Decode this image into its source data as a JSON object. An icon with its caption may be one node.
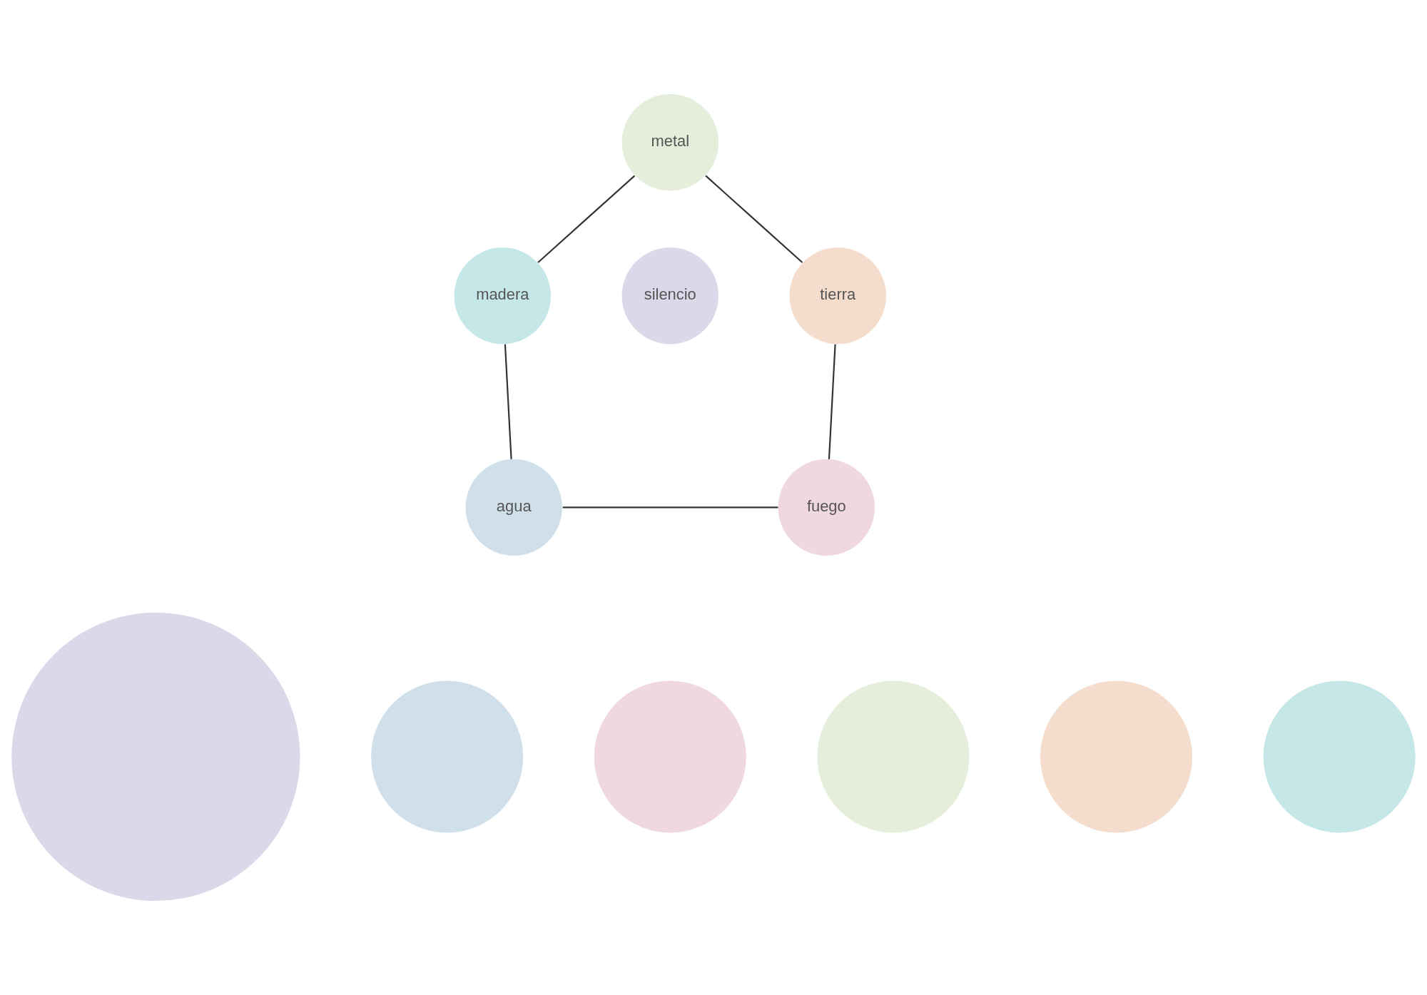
{
  "diagram": {
    "nodes": [
      {
        "text": [
          "metal"
        ]
      },
      {
        "text": [
          "madera"
        ]
      },
      {
        "text": [
          "tierra"
        ]
      },
      {
        "text": [
          "silencio"
        ]
      },
      {
        "text": [
          "agua"
        ]
      },
      {
        "text": [
          "fuego"
        ]
      },
      {
        "text": [],
        "shape": "circle"
      },
      {
        "text": [],
        "shape": "circle"
      },
      {
        "text": [],
        "shape": "circle"
      },
      {
        "text": [],
        "shape": "circle"
      },
      {
        "text": [],
        "shape": "circle"
      },
      {
        "text": [],
        "shape": "circle"
      }
    ],
    "edges": [
      {
        "from": 0,
        "to": 1,
        "arrow": "none"
      },
      {
        "from": 0,
        "to": 2,
        "arrow": "none"
      },
      {
        "from": 1,
        "to": 4,
        "arrow": "none"
      },
      {
        "from": 2,
        "to": 5,
        "arrow": "none"
      },
      {
        "from": 4,
        "to": 5,
        "arrow": "none"
      }
    ]
  }
}
